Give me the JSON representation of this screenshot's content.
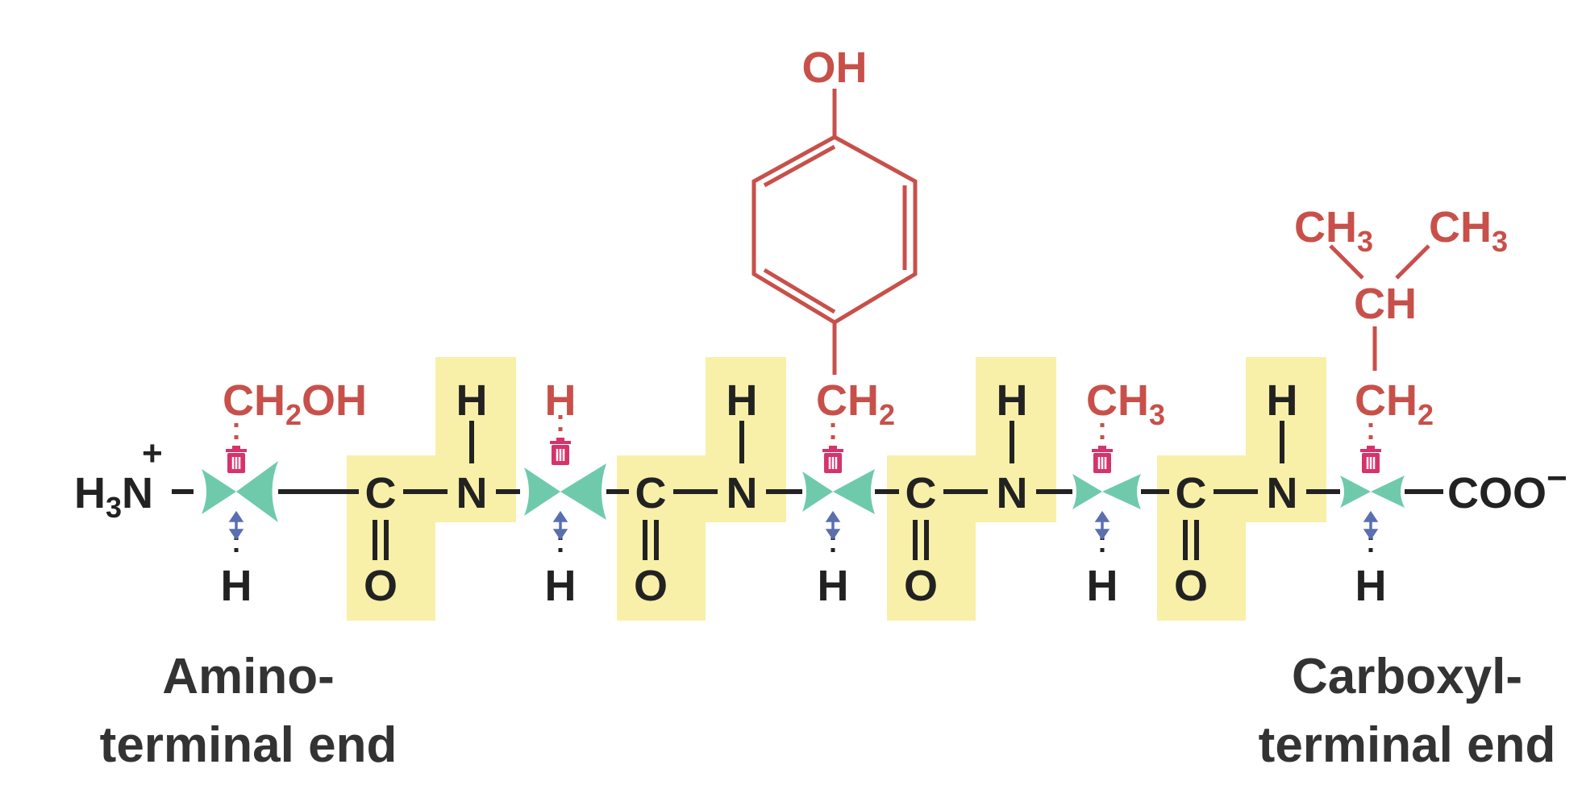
{
  "colors": {
    "backbone": "#222222",
    "side_chain": "#c8504a",
    "peptide_highlight": "#f8f0a8",
    "rotation_highlight": "#5fc4a2",
    "trash_icon": "#d6336c",
    "arrow_icon": "#5a6fb0"
  },
  "n_terminus": {
    "prefix": "H",
    "subscript": "3",
    "atom": "N",
    "charge": "+"
  },
  "c_terminus": {
    "group": "COO",
    "charge": "−"
  },
  "residues": [
    {
      "side_chain": {
        "lines": [
          {
            "text": "CH",
            "sub": "2",
            "tail": "OH"
          }
        ]
      },
      "alpha_h": "H"
    },
    {
      "side_chain": {
        "lines": [
          {
            "text": "H",
            "sub": "",
            "tail": ""
          }
        ]
      },
      "alpha_h": "H"
    },
    {
      "side_chain": {
        "lines": [
          {
            "text": "CH",
            "sub": "2",
            "tail": ""
          }
        ],
        "ring_substituent": "OH"
      },
      "alpha_h": "H"
    },
    {
      "side_chain": {
        "lines": [
          {
            "text": "CH",
            "sub": "3",
            "tail": ""
          }
        ]
      },
      "alpha_h": "H"
    },
    {
      "side_chain": {
        "lines": [
          {
            "text": "CH",
            "sub": "2",
            "tail": ""
          },
          {
            "text": "CH",
            "sub": "",
            "tail": ""
          },
          {
            "text": "CH",
            "sub": "3",
            "tail": ""
          },
          {
            "text": "CH",
            "sub": "3",
            "tail": ""
          }
        ]
      },
      "alpha_h": "H"
    }
  ],
  "peptide_bonds": [
    {
      "carbon": "C",
      "oxygen": "O",
      "nitrogen": "N",
      "hydrogen": "H"
    },
    {
      "carbon": "C",
      "oxygen": "O",
      "nitrogen": "N",
      "hydrogen": "H"
    },
    {
      "carbon": "C",
      "oxygen": "O",
      "nitrogen": "N",
      "hydrogen": "H"
    },
    {
      "carbon": "C",
      "oxygen": "O",
      "nitrogen": "N",
      "hydrogen": "H"
    }
  ],
  "labels": {
    "amino_line1": "Amino-",
    "amino_line2": "terminal end",
    "carboxyl_line1": "Carboxyl-",
    "carboxyl_line2": "terminal end"
  }
}
